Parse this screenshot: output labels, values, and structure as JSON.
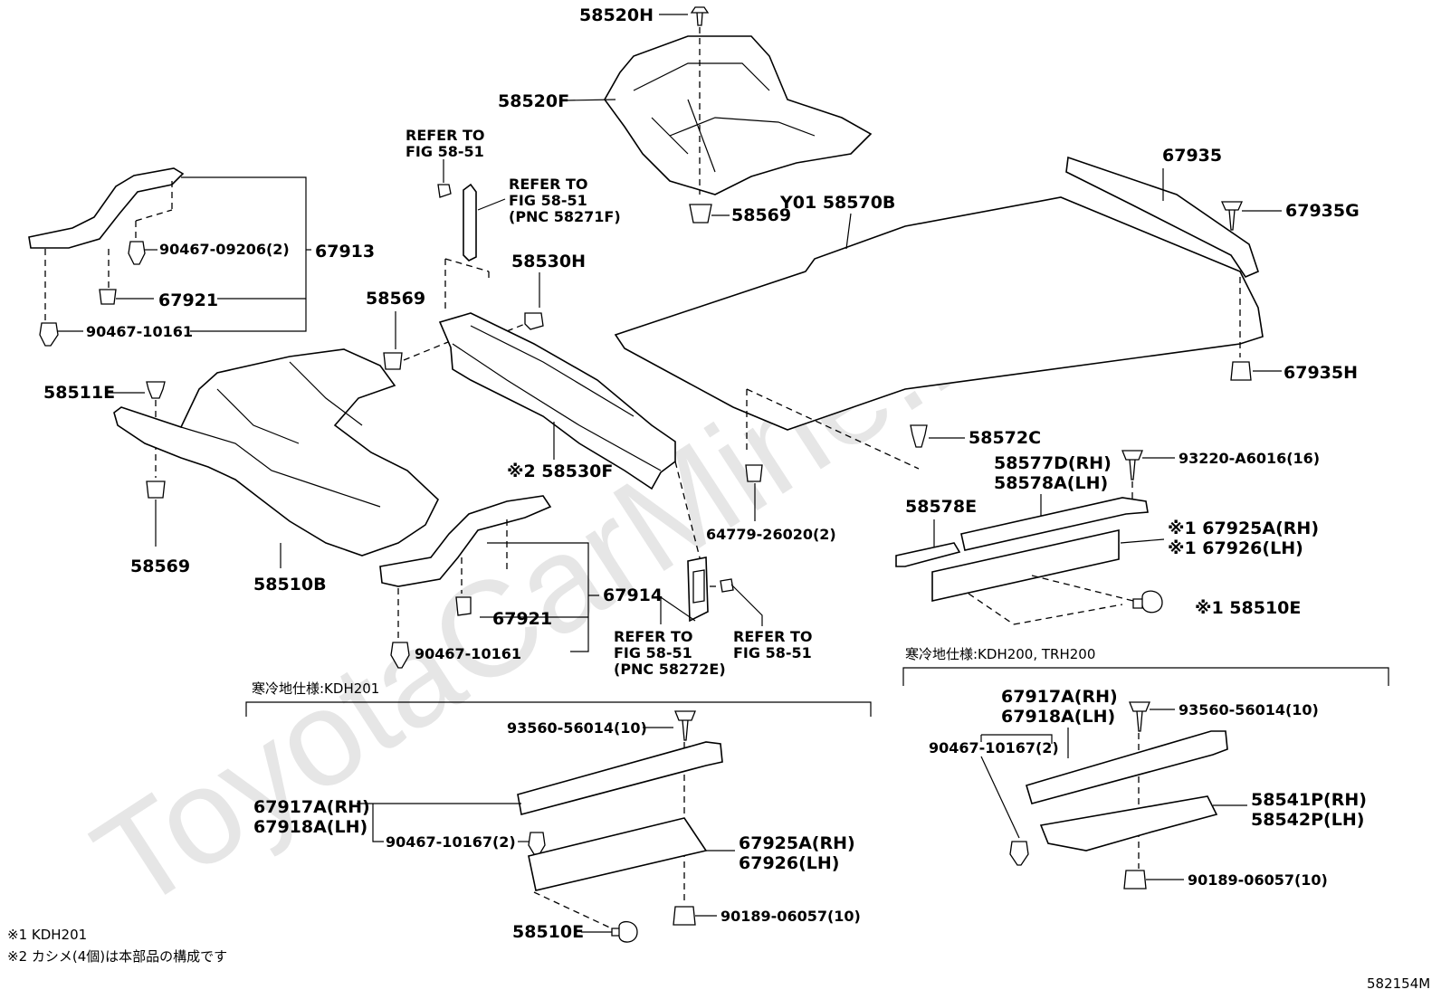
{
  "watermark": "ToyotaCarMine.ru",
  "diagram_id": "582154M",
  "footnotes": {
    "note1": "※1 KDH201",
    "note2": "※2 カシメ(4個)は本部品の構成です"
  },
  "sections": {
    "kdh201_title": "寒冷地仕様:KDH201",
    "kdh200_title": "寒冷地仕様:KDH200, TRH200"
  },
  "refs": {
    "ref1": [
      "REFER TO",
      "FIG 58-51"
    ],
    "ref2": [
      "REFER TO",
      "FIG 58-51",
      "(PNC 58271F)"
    ],
    "ref3": [
      "REFER TO",
      "FIG 58-51",
      "(PNC 58272E)"
    ],
    "ref4": [
      "REFER TO",
      "FIG 58-51"
    ]
  },
  "labels": {
    "p58520H": "58520H",
    "p58520F": "58520F",
    "p58569_a": "58569",
    "pY01": "Y01 58570B",
    "p67935": "67935",
    "p67935G": "67935G",
    "p67935H": "67935H",
    "p90467_09206": "90467-09206(2)",
    "p67913": "67913",
    "p67921_a": "67921",
    "p90467_10161_a": "90467-10161",
    "p58530H": "58530H",
    "p58569_b": "58569",
    "p58511E": "58511E",
    "p58530F": "※2 58530F",
    "p58572C": "58572C",
    "p58577D": "58577D(RH)",
    "p58578A": "58578A(LH)",
    "p93220": "93220-A6016(16)",
    "p58578E": "58578E",
    "p67925A_r": "※1 67925A(RH)",
    "p67926_r": "※1 67926(LH)",
    "p58510E_r": "※1 58510E",
    "p64779": "64779-26020(2)",
    "p58569_c": "58569",
    "p58510B": "58510B",
    "p67914": "67914",
    "p67921_b": "67921",
    "p90467_10161_b": "90467-10161",
    "p93560_a": "93560-56014(10)",
    "p67917A_a": "67917A(RH)",
    "p67918A_a": "67918A(LH)",
    "p90467_10167_a": "90467-10167(2)",
    "p67925A_b": "67925A(RH)",
    "p67926_b": "67926(LH)",
    "p58510E_b": "58510E",
    "p90189_a": "90189-06057(10)",
    "p67917A_b": "67917A(RH)",
    "p67918A_b": "67918A(LH)",
    "p93560_b": "93560-56014(10)",
    "p90467_10167_b": "90467-10167(2)",
    "p58541P": "58541P(RH)",
    "p58542P": "58542P(LH)",
    "p90189_b": "90189-06057(10)"
  }
}
